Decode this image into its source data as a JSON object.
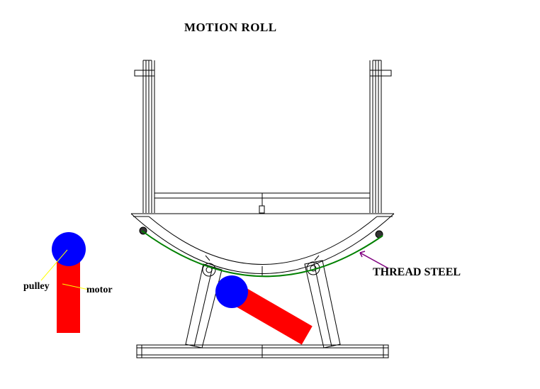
{
  "title": "MOTION    ROLL",
  "labels": {
    "thread_steel": "THREAD STEEL",
    "pulley": "pulley",
    "motor": "motor"
  },
  "colors": {
    "line": "#000000",
    "motor": "#ff0000",
    "pulley": "#0000ff",
    "thread": "#008000",
    "arrow": "#800080",
    "leader": "#ffff00"
  }
}
